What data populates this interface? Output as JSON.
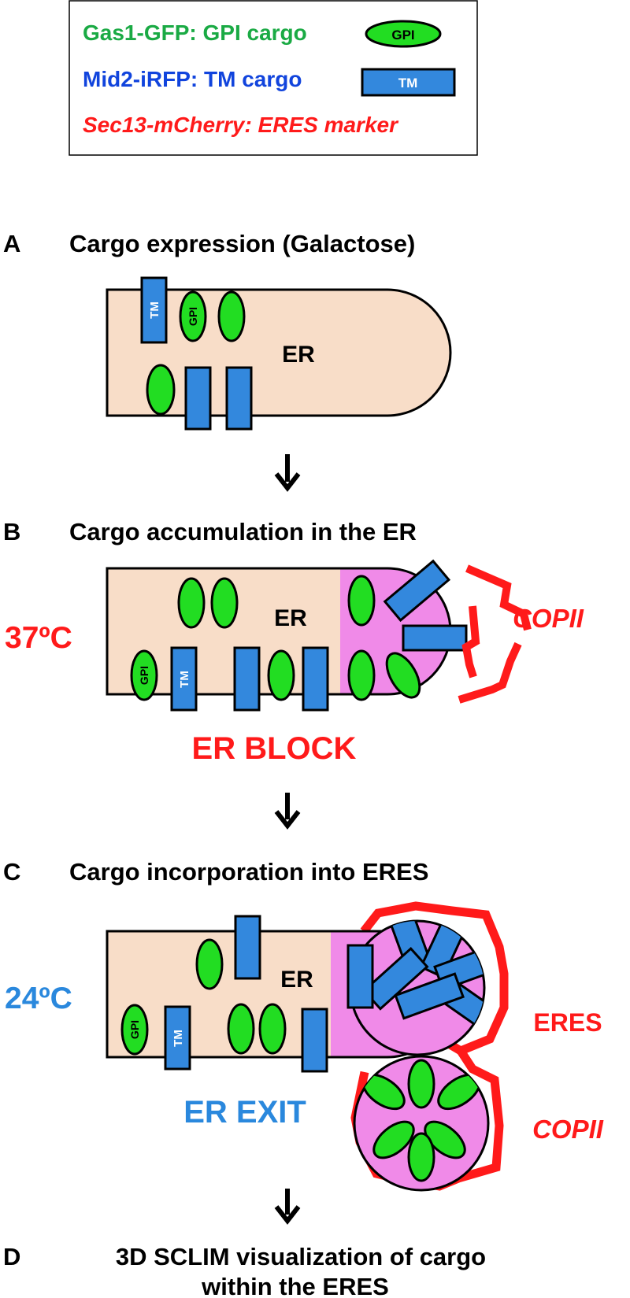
{
  "legend": {
    "gpi_text": "Gas1-GFP: GPI cargo",
    "gpi_icon_label": "GPI",
    "tm_text": "Mid2-iRFP: TM cargo",
    "tm_icon_label": "TM",
    "eres_text": "Sec13-mCherry:  ERES marker"
  },
  "panels": {
    "a": {
      "letter": "A",
      "title": "Cargo expression (Galactose)",
      "er_label": "ER",
      "tm_label": "TM",
      "gpi_label": "GPI"
    },
    "b": {
      "letter": "B",
      "title": "Cargo accumulation in the ER",
      "er_label": "ER",
      "temperature": "37ºC",
      "block_label": "ER BLOCK",
      "copii_label": "COPII",
      "tm_label": "TM",
      "gpi_label": "GPI"
    },
    "c": {
      "letter": "C",
      "title": "Cargo incorporation into ERES",
      "er_label": "ER",
      "temperature": "24ºC",
      "exit_label": "ER EXIT",
      "eres_label": "ERES",
      "copii_label": "COPII",
      "tm_label": "TM",
      "gpi_label": "GPI"
    },
    "d": {
      "letter": "D",
      "title_line1": "3D SCLIM visualization of cargo",
      "title_line2": "within the ERES"
    }
  },
  "colors": {
    "gpi_green": "#22dd22",
    "tm_blue": "#3388dd",
    "er_fill": "#f8ddc8",
    "eres_pink": "#f08ae8",
    "red": "#ff1a1a",
    "green_text": "#1aaa44",
    "blue_text": "#1144dd",
    "temp_blue": "#2a88dd"
  }
}
